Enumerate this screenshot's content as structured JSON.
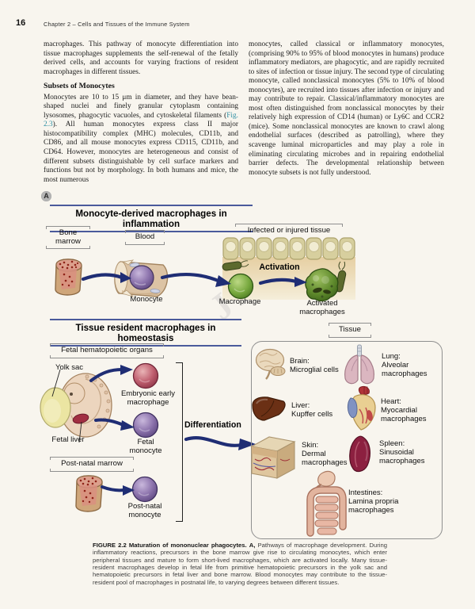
{
  "page": {
    "number": "16",
    "running_head": "Chapter 2 – Cells and Tissues of the Immune System"
  },
  "colors": {
    "accent_rule": "#4a5a9b",
    "arrow_navy": "#1f2d74",
    "fig_link_teal": "#2e8fa3",
    "page_background": "#f8f5ee"
  },
  "left_column": {
    "para1": "macrophages. This pathway of monocyte differentiation into tissue macrophages supplements the self-renewal of the fetally derived cells, and accounts for varying fractions of resident macrophages in different tissues.",
    "heading": "Subsets of Monocytes",
    "para2_before": "Monocytes are 10 to 15 μm in diameter, and they have bean-shaped nuclei and finely granular cytoplasm containing lysosomes, phagocytic vacuoles, and cytoskeletal filaments (",
    "para2_link": "Fig. 2.3",
    "para2_after": "). All human monocytes express class II major histocompatibility complex (MHC) molecules, CD11b, and CD86, and all mouse monocytes express CD115, CD11b, and CD64. However, monocytes are heterogeneous and consist of different subsets distinguishable by cell surface markers and functions but not by morphology. In both humans and mice, the most numerous"
  },
  "right_column": {
    "para": "monocytes, called classical or inflammatory monocytes, (comprising 90% to 95% of blood monocytes in humans) produce inflammatory mediators, are phagocytic, and are rapidly recruited to sites of infection or tissue injury. The second type of circulating monocyte, called nonclassical monocytes (5% to 10% of blood monocytes), are recruited into tissues after infection or injury and may contribute to repair. Classical/inflammatory monocytes are most often distinguished from nonclassical monocytes by their relatively high expression of CD14 (human) or Ly6C and CCR2 (mice). Some nonclassical monocytes are known to crawl along endothelial surfaces (described as patrolling), where they scavenge luminal microparticles and may play a role in eliminating circulating microbes and in repairing endothelial barrier defects. The developmental relationship between monocyte subsets is not fully understood."
  },
  "figure": {
    "panel_label": "A",
    "watermark": "JRH",
    "inflammation": {
      "title": "Monocyte-derived macrophages in inflammation",
      "bone_marrow": "Bone\nmarrow",
      "blood": "Blood",
      "infected_tissue": "Infected or injured tissue",
      "monocyte": "Monocyte",
      "macrophage": "Macrophage",
      "activation": "Activation",
      "activated_macrophages": "Activated\nmacrophages"
    },
    "homeostasis": {
      "title": "Tissue resident macrophages in homeostasis",
      "tissue": "Tissue",
      "fetal_organs": "Fetal hematopoietic organs",
      "yolk_sac": "Yolk sac",
      "embryonic_macrophage": "Embryonic early\nmacrophage",
      "fetal_liver": "Fetal liver",
      "fetal_monocyte": "Fetal\nmonocyte",
      "postnatal_marrow": "Post-natal marrow",
      "postnatal_monocyte": "Post-natal\nmonocyte",
      "differentiation": "Differentiation",
      "organs": [
        {
          "name": "brain",
          "label": "Brain:\nMicroglial cells"
        },
        {
          "name": "lung",
          "label": "Lung:\nAlveolar\nmacrophages"
        },
        {
          "name": "liver",
          "label": "Liver:\nKupffer cells"
        },
        {
          "name": "heart",
          "label": "Heart:\nMyocardial\nmacrophages"
        },
        {
          "name": "skin",
          "label": "Skin:\nDermal\nmacrophages"
        },
        {
          "name": "spleen",
          "label": "Spleen:\nSinusoidal\nmacrophages"
        },
        {
          "name": "intestines",
          "label": "Intestines:\nLamina propria\nmacrophages"
        }
      ]
    },
    "caption": {
      "label": "FIGURE 2.2",
      "title": "Maturation of mononuclear phagocytes.",
      "part": "A,",
      "text": "Pathways of macrophage development. During inflammatory reactions, precursors in the bone marrow give rise to circulating monocytes, which enter peripheral tissues and mature to form short-lived macrophages, which are activated locally. Many tissue-resident macrophages develop in fetal life from primitive hematopoietic precursors in the yolk sac and hematopoietic precursors in fetal liver and bone marrow. Blood monocytes may contribute to the tissue-resident pool of macrophages in postnatal life, to varying degrees between different tissues."
    }
  }
}
